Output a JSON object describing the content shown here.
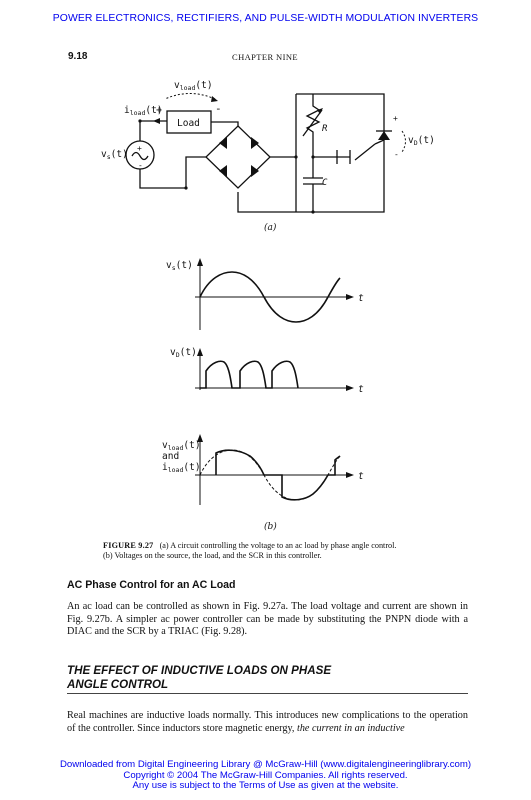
{
  "header": {
    "running_head": "POWER ELECTRONICS, RECTIFIERS, AND PULSE-WIDTH MODULATION INVERTERS",
    "page_number": "9.18",
    "chapter": "CHAPTER NINE"
  },
  "figure": {
    "circuit": {
      "vload_label": "v",
      "vload_sub": "load",
      "vload_arg": "(t)",
      "iload_label": "i",
      "iload_sub": "load",
      "iload_arg": "(t)",
      "plus": "+",
      "minus": "-",
      "load_box": "Load",
      "vs_label": "v",
      "vs_sub": "s",
      "vs_arg": "(t)",
      "R_label": "R",
      "C_label": "C",
      "vD_label": "v",
      "vD_sub": "D",
      "vD_arg": "(t)"
    },
    "part_a": "(a)",
    "part_b": "(b)",
    "plot1_ylabel": "v",
    "plot1_sub": "s",
    "plot1_arg": "(t)",
    "plot2_ylabel": "v",
    "plot2_sub": "D",
    "plot2_arg": "(t)",
    "plot3_line1": "v",
    "plot3_line1_sub": "load",
    "plot3_line1_arg": "(t)",
    "plot3_line2": "and",
    "plot3_line3": "i",
    "plot3_line3_sub": "load",
    "plot3_line3_arg": "(t)",
    "t_label": "t",
    "caption_number": "FIGURE 9.27",
    "caption_line1": "(a) A circuit controlling the voltage to an ac load by phase angle control.",
    "caption_line2": "(b) Voltages on the source, the load, and the SCR in this controller."
  },
  "body": {
    "subheading": "AC Phase Control for an AC Load",
    "paragraph1": "An ac load can be controlled as shown in Fig. 9.27a. The load voltage and current are shown in Fig. 9.27b. A simpler ac power controller can be made by substituting the PNPN diode with a DIAC and the SCR by a TRIAC (Fig. 9.28).",
    "section_title_line1": "THE EFFECT OF INDUCTIVE LOADS ON PHASE",
    "section_title_line2": "ANGLE CONTROL",
    "paragraph2": "Real machines are inductive loads normally. This introduces new complications to the operation of the controller. Since inductors store magnetic energy,",
    "paragraph2_italic": "the current in an inductive"
  },
  "footer": {
    "line1": "Downloaded from Digital Engineering Library @ McGraw-Hill (www.digitalengineeringlibrary.com)",
    "line2": "Copyright © 2004 The McGraw-Hill Companies. All rights reserved.",
    "line3": "Any use is subject to the Terms of Use as given at the website."
  },
  "colors": {
    "link": "#0000ee",
    "text": "#111111"
  }
}
